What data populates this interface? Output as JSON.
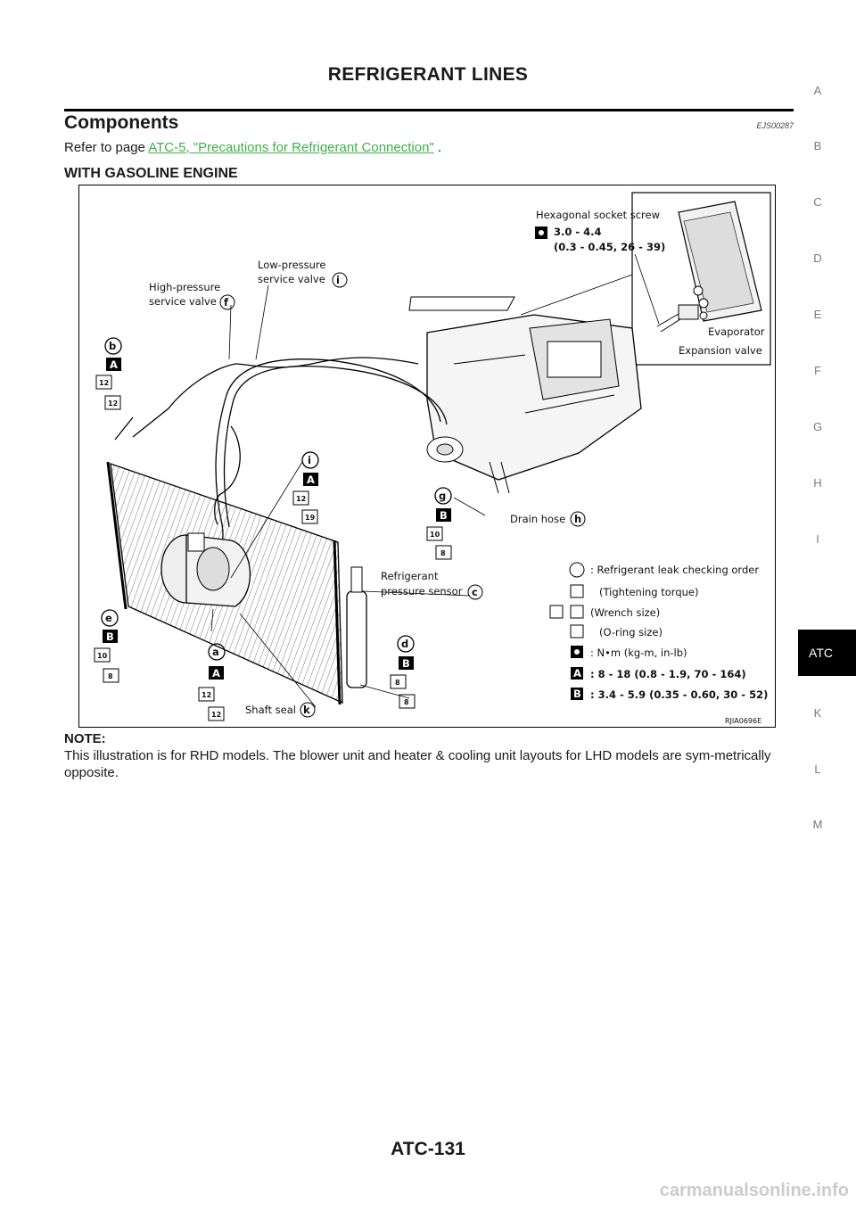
{
  "header": {
    "title": "REFRIGERANT LINES"
  },
  "section": {
    "title": "Components",
    "code": "EJS00287",
    "refer_prefix": "Refer to page ",
    "refer_link": "ATC-5, \"Precautions for Refrigerant Connection\"",
    "refer_suffix": " ."
  },
  "subsection": {
    "title": "WITH GASOLINE ENGINE"
  },
  "figure": {
    "code": "RJIA0696E",
    "labels": {
      "hex_screw": "Hexagonal socket screw",
      "hex_torque": "3.0 - 4.4",
      "hex_torque_alt": "(0.3 - 0.45, 26 - 39)",
      "low_pressure_1": "Low-pressure",
      "low_pressure_2": "service valve",
      "high_pressure_1": "High-pressure",
      "high_pressure_2": "service valve",
      "evaporator": "Evaporator",
      "expansion_valve": "Expansion valve",
      "drain_hose": "Drain hose",
      "refrigerant_1": "Refrigerant",
      "refrigerant_2": "pressure sensor",
      "shaft_seal": "Shaft seal"
    },
    "legend": {
      "leak_order": ": Refrigerant leak checking order",
      "tightening": "(Tightening torque)",
      "wrench": "(Wrench size)",
      "oring": "(O-ring size)",
      "units": ": N•m  (kg-m,  in-lb)",
      "torque_a": ": 8 - 18 (0.8 - 1.9, 70 - 164)",
      "torque_b": ": 3.4 - 5.9 (0.35 - 0.60, 30 - 52)"
    },
    "callouts": {
      "b": "b",
      "e": "e",
      "a": "a",
      "i": "i",
      "g": "g",
      "d": "d",
      "c": "c",
      "f": "f",
      "h": "h",
      "k": "k",
      "A": "A",
      "B": "B",
      "n12": "12",
      "n19": "19",
      "n10": "10",
      "n8": "8"
    }
  },
  "note": {
    "label": "NOTE:",
    "text": "This illustration is for RHD models. The blower unit and heater & cooling unit layouts for LHD models are sym-metrically opposite."
  },
  "side_index": [
    "A",
    "B",
    "C",
    "D",
    "E",
    "F",
    "G",
    "H",
    "I",
    "ATC",
    "K",
    "L",
    "M"
  ],
  "footer": {
    "page": "ATC-131"
  },
  "watermark": "carmanualsonline.info"
}
